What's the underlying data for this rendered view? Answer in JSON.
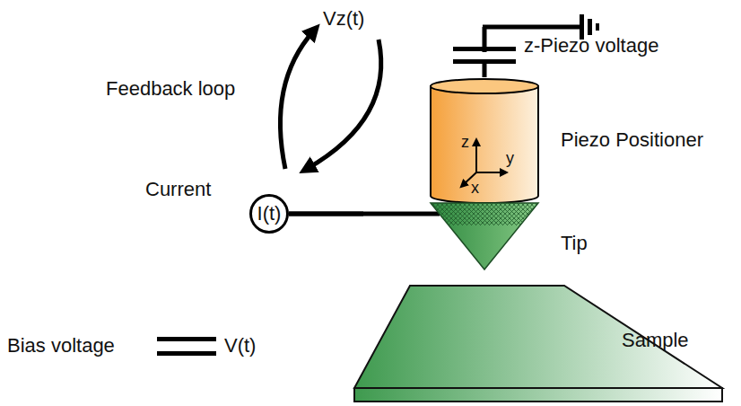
{
  "diagram": {
    "nodes": [
      {
        "text": [
          "Current",
          "I(t)"
        ]
      },
      {
        "text": [
          "Piezo Positioner",
          "z",
          "y",
          "x"
        ]
      },
      {
        "text": [
          "Tip"
        ]
      },
      {
        "text": [
          "Sample"
        ]
      }
    ],
    "edges": [
      {
        "from": 0,
        "to": 2,
        "arrow": "none"
      },
      {
        "from": 0,
        "to": 3,
        "arrow": "none"
      }
    ],
    "labels": [
      "Feedback loop",
      "Vz(t)",
      "z-Piezo voltage",
      "Bias voltage",
      "V(t)"
    ]
  }
}
